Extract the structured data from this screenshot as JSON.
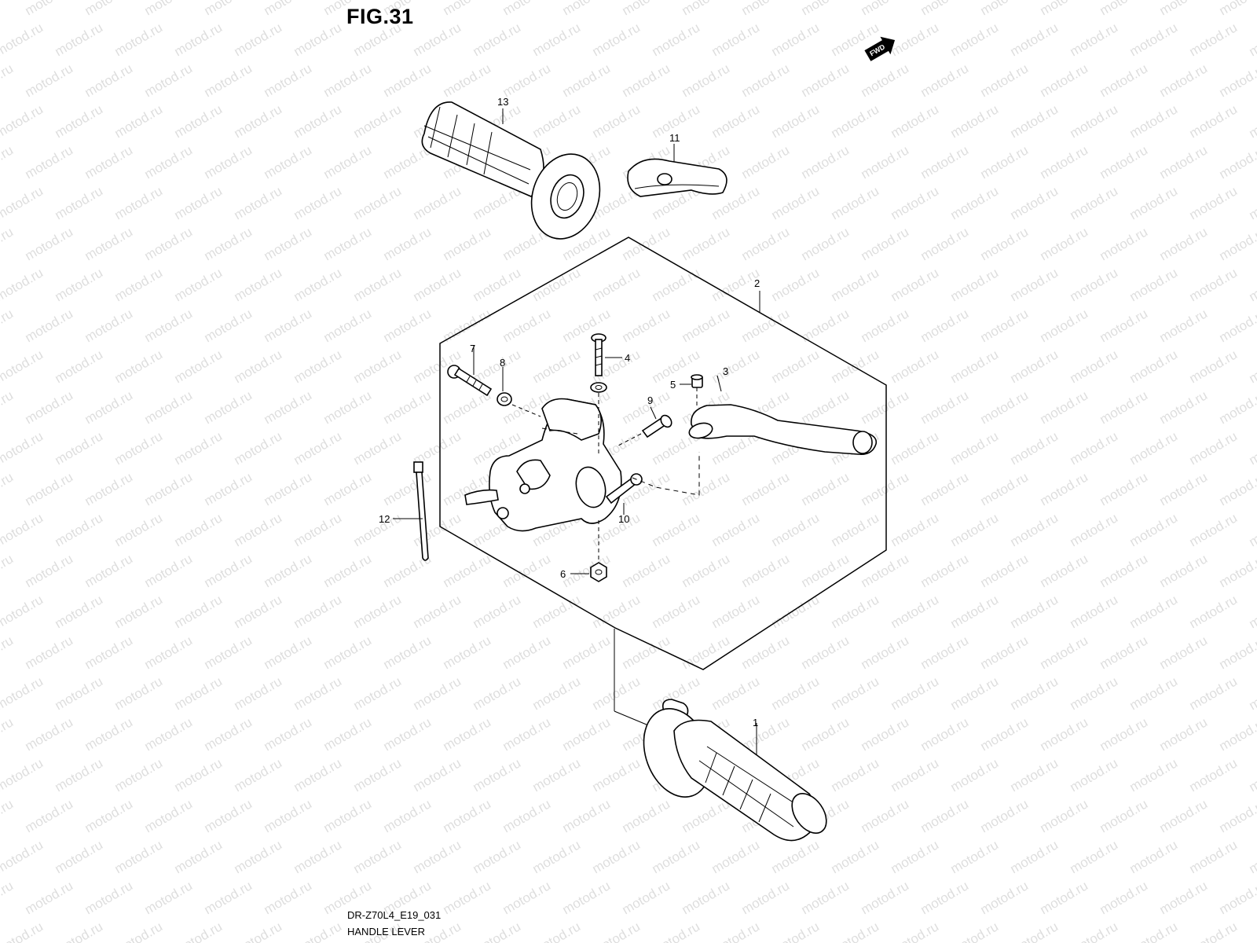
{
  "figure": {
    "title": "FIG.31",
    "model_code": "DR-Z70L4_E19_031",
    "name": "HANDLE LEVER",
    "direction_marker": "FWD"
  },
  "watermark": {
    "text": "motod.ru"
  },
  "callouts": [
    "1",
    "2",
    "3",
    "4",
    "5",
    "6",
    "7",
    "8",
    "9",
    "10",
    "11",
    "12",
    "13"
  ],
  "colors": {
    "line": "#000000",
    "background": "#ffffff"
  }
}
